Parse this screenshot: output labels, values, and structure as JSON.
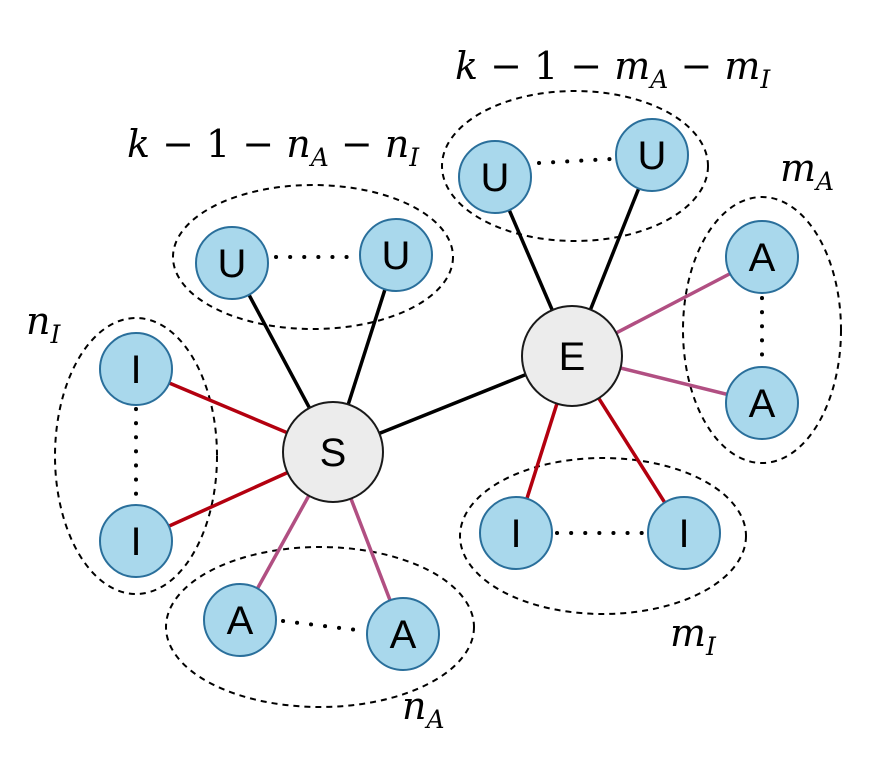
{
  "colors": {
    "hub_fill": "#ececec",
    "leaf_fill": "#a9d8ec",
    "leaf_stroke": "#2a6f9b",
    "edge_black": "#000000",
    "edge_red": "#b3000f",
    "edge_pink": "#b14f82"
  },
  "nodes": {
    "S": "S",
    "E": "E",
    "U": "U",
    "I": "I",
    "A": "A"
  },
  "labels": {
    "s_unknown": {
      "a": "k",
      "b": "− 1 −",
      "c": "n",
      "c_sub": "A",
      "d": "−",
      "e": "n",
      "e_sub": "I"
    },
    "e_unknown": {
      "a": "k",
      "b": "− 1 −",
      "c": "m",
      "c_sub": "A",
      "d": "−",
      "e": "m",
      "e_sub": "I"
    },
    "n_I": {
      "base": "n",
      "sub": "I"
    },
    "n_A": {
      "base": "n",
      "sub": "A"
    },
    "m_A": {
      "base": "m",
      "sub": "A"
    },
    "m_I": {
      "base": "m",
      "sub": "I"
    }
  }
}
